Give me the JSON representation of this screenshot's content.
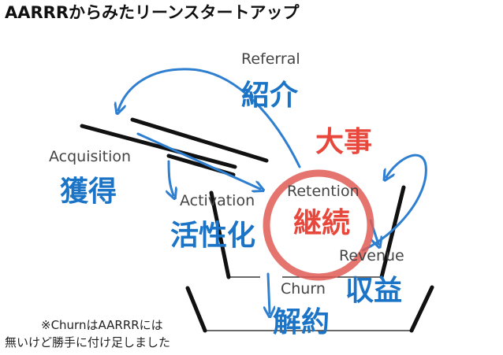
{
  "title": "AARRRからみたリーンスタートアップ",
  "stages": {
    "referral": {
      "en": "Referral",
      "jp": "紹介"
    },
    "acquisition": {
      "en": "Acquisition",
      "jp": "獲得"
    },
    "activation": {
      "en": "Activation",
      "jp": "活性化"
    },
    "retention": {
      "en": "Retention",
      "jp": "継続"
    },
    "revenue": {
      "en": "Revenue",
      "jp": "収益"
    },
    "churn": {
      "en": "Churn",
      "jp": "解約"
    }
  },
  "emphasis": "大事",
  "note": {
    "line1": "※ChurnはAARRRには",
    "line2": "無いけど勝手に付け足しました"
  },
  "colors": {
    "blue": "#1b74c5",
    "arrow": "#2f7fd0",
    "red": "#e8473c",
    "circle": "#e05a55",
    "ink": "#111111"
  }
}
